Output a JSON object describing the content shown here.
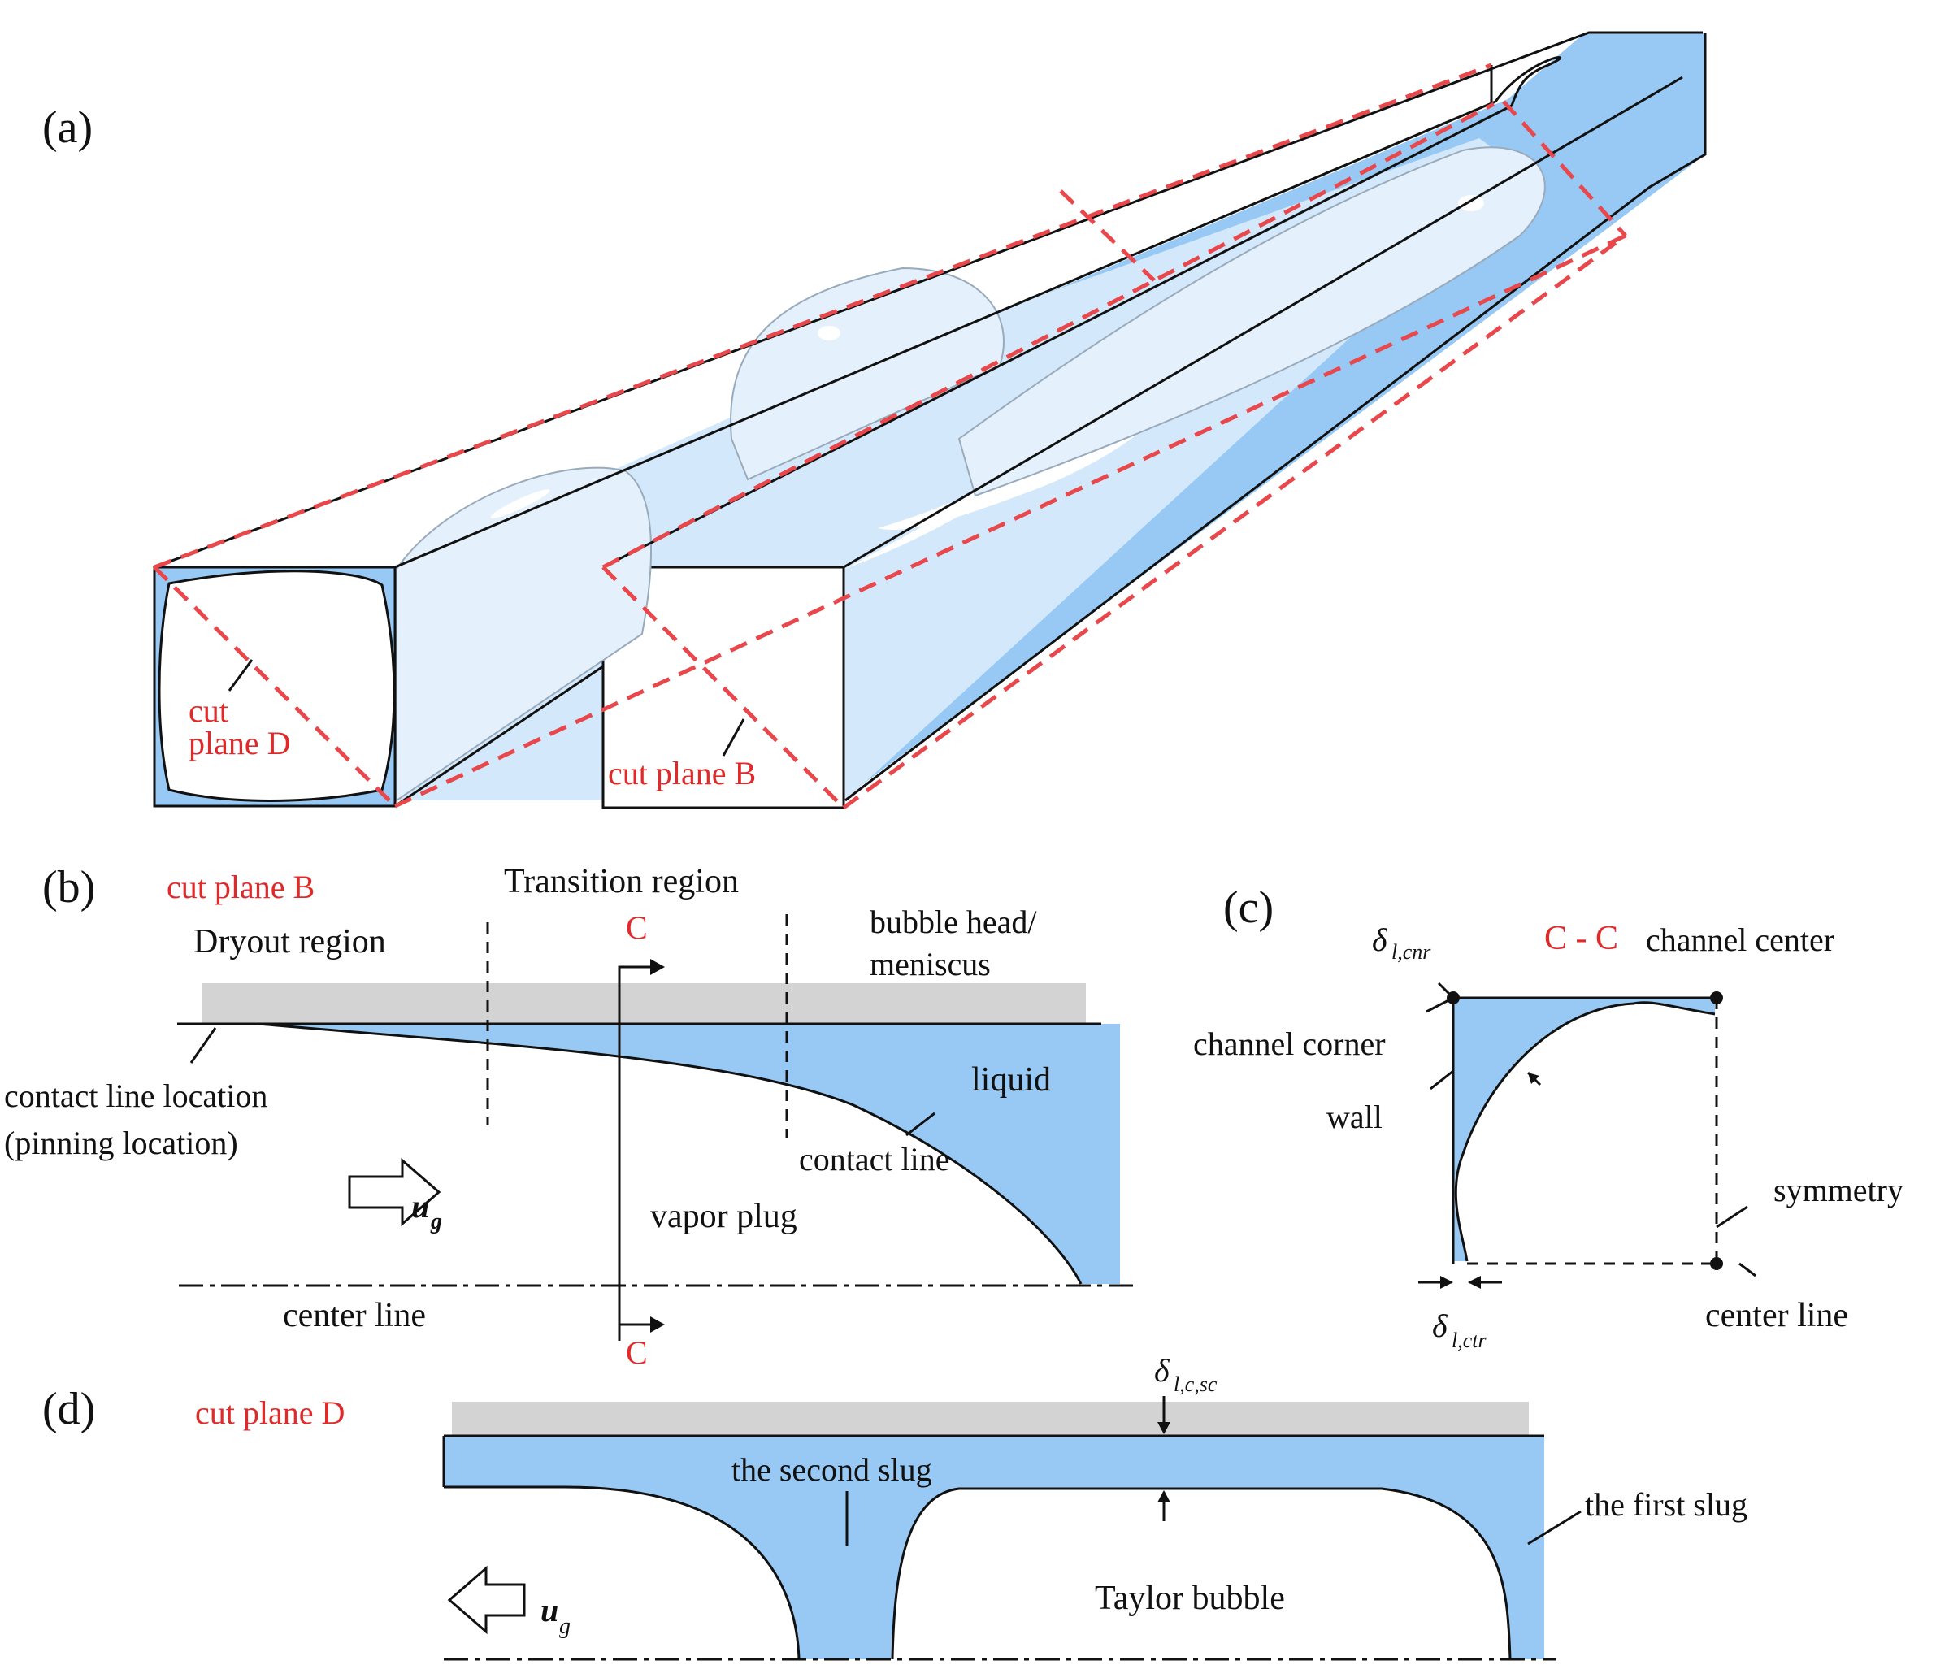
{
  "panel_a": {
    "label": "(a)",
    "cut_plane_d_line1": "cut",
    "cut_plane_d_line2": "plane D",
    "cut_plane_b": "cut plane B"
  },
  "panel_b": {
    "label": "(b)",
    "cut_plane": "cut plane B",
    "transition_region": "Transition region",
    "section_mark": "C",
    "dryout_region": "Dryout region",
    "bubble_head_line1": "bubble head/",
    "bubble_head_line2": "meniscus",
    "liquid": "liquid",
    "contact_line_location_line1": "contact line location",
    "contact_line_location_line2": "(pinning location)",
    "contact_line": "contact line",
    "vapor_plug": "vapor plug",
    "velocity": "u",
    "velocity_sub": "g",
    "center_line": "center line"
  },
  "panel_c": {
    "label": "(c)",
    "section_title": "C - C",
    "delta_symbol": "δ",
    "delta_cnr_sub": "l,cnr",
    "delta_ctr_sub": "l,ctr",
    "channel_center": "channel center",
    "channel_corner": "channel corner",
    "wall": "wall",
    "symmetry": "symmetry",
    "center_line": "center line"
  },
  "panel_d": {
    "label": "(d)",
    "cut_plane": "cut plane D",
    "delta_symbol": "δ",
    "delta_sub": "l,c,sc",
    "second_slug": "the second slug",
    "first_slug": "the first slug",
    "taylor_bubble": "Taylor bubble",
    "velocity": "u",
    "velocity_sub": "g"
  },
  "colors": {
    "liquid_blue": "#97c9f4",
    "light_blue": "#d3e8fa",
    "cut_plane_red": "#e8474c",
    "wall_gray": "#d3d3d3"
  }
}
